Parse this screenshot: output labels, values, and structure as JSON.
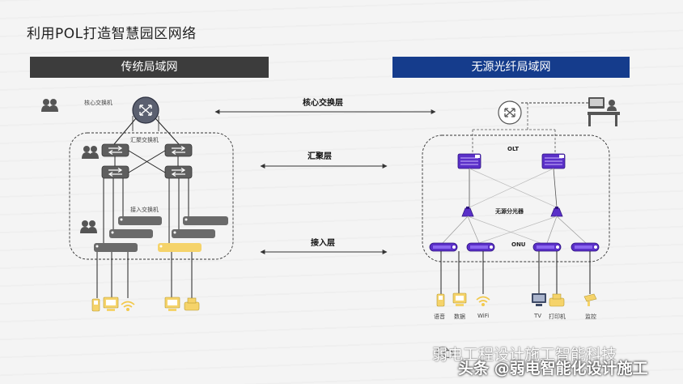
{
  "page": {
    "title": "利用POL打造智慧园区网络"
  },
  "left_panel": {
    "header": "传统局域网",
    "core_label": "核心交换机",
    "agg_label": "汇聚交换机",
    "access_label": "接入交换机"
  },
  "middle_layers": {
    "core": "核心交换层",
    "agg": "汇聚层",
    "access": "接入层"
  },
  "right_panel": {
    "header": "无源光纤局域网",
    "olt_label": "OLT",
    "splitter_label": "无源分光器",
    "onu_label": "ONU",
    "terminals": [
      "语音",
      "数据",
      "WiFi",
      "TV",
      "打印机",
      "监控"
    ]
  },
  "watermark": {
    "line1": "弱电工程设计施工智能科技",
    "line2": "头条 @弱电智能化设计施工"
  },
  "colors": {
    "dark_banner": "#3c3c3c",
    "blue_banner": "#153c8c",
    "purple": "#5a2fc8",
    "yellow": "#f5d36a",
    "gray_device": "#6a6a6a"
  }
}
